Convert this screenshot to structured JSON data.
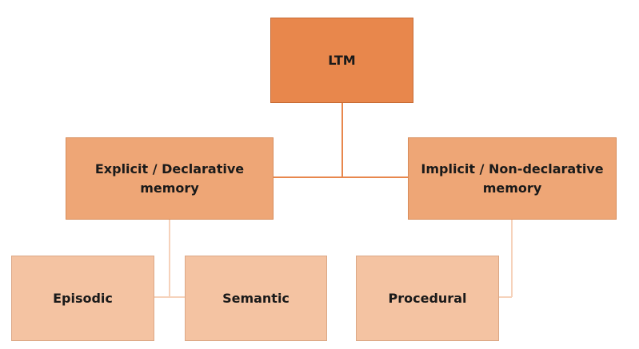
{
  "diagram": {
    "nodes": {
      "ltm": {
        "label": "LTM"
      },
      "explicit": {
        "label": "Explicit / Declarative memory"
      },
      "implicit": {
        "label": "Implicit / Non-declarative memory"
      },
      "episodic": {
        "label": "Episodic"
      },
      "semantic": {
        "label": "Semantic"
      },
      "procedural": {
        "label": "Procedural"
      }
    },
    "colors": {
      "level_1": "#e8874c",
      "level_2": "#eea676",
      "level_3": "#f4c3a2",
      "connector_main": "#e8874c",
      "connector_sub": "#f6d2bb"
    }
  }
}
